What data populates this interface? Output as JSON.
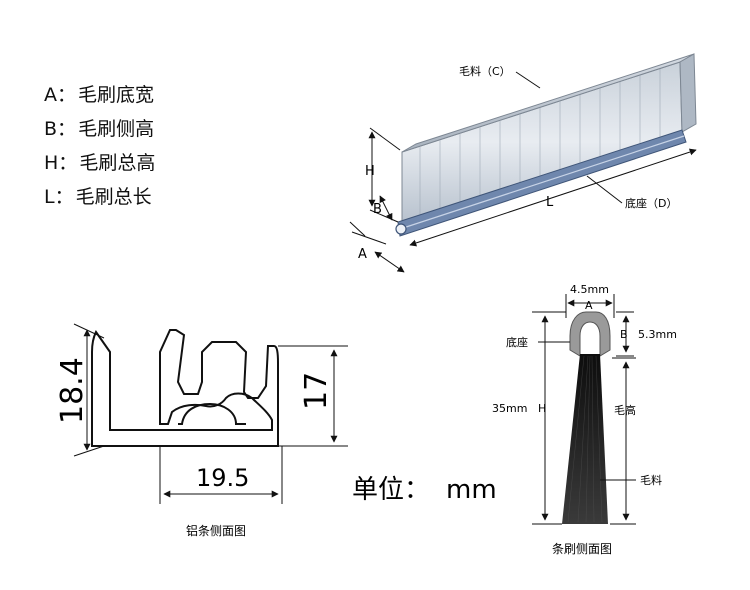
{
  "legend": {
    "items": [
      {
        "key": "A",
        "text": "毛刷底宽"
      },
      {
        "key": "B",
        "text": "毛刷侧高"
      },
      {
        "key": "H",
        "text": "毛刷总高"
      },
      {
        "key": "L",
        "text": "毛刷总长"
      }
    ]
  },
  "iso": {
    "bristle": "毛料（C）",
    "base": "底座（D）",
    "dim_h": "H",
    "dim_b": "B",
    "dim_l": "L",
    "dim_a": "A"
  },
  "profile": {
    "height_left": "18.4",
    "height_right": "17",
    "width_bottom": "19.5",
    "caption": "铝条侧面图"
  },
  "unit": {
    "label": "单位：",
    "value": "mm"
  },
  "strip": {
    "top_width": "4.5mm",
    "dim_a": "A",
    "dim_b": "B",
    "b_value": "5.3mm",
    "base": "底座",
    "total_height": "35mm",
    "dim_h": "H",
    "bristle_height": "毛高",
    "bristle": "毛料",
    "caption": "条刷侧面图"
  },
  "colors": {
    "bristle_fill": "#dfe5ec",
    "base_blue": "#6f87ad",
    "strip_base": "#9a9a9a",
    "bristle_dark": "#1a1a1a"
  }
}
